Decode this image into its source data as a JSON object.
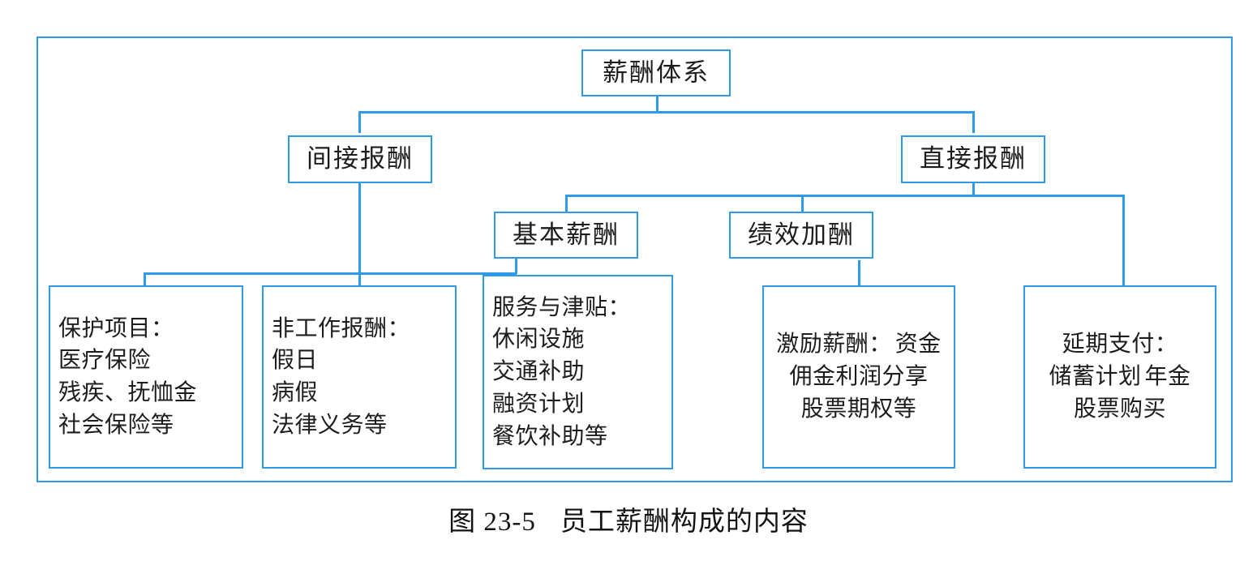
{
  "figure": {
    "caption_prefix": "图 23-5",
    "caption_title": "员工薪酬构成的内容",
    "border_color": "#2f9ae8",
    "text_color": "#1d1d1d",
    "background": "#ffffff"
  },
  "diagram": {
    "type": "tree",
    "root": {
      "label": "薪酬体系"
    },
    "level2": [
      {
        "label": "间接报酬"
      },
      {
        "label": "直接报酬"
      }
    ],
    "level3": [
      {
        "label": "基本薪酬"
      },
      {
        "label": "绩效加酬"
      }
    ],
    "leaves": [
      {
        "title": "保护项目：",
        "items": [
          "医疗保险",
          "残疾、抚恤金",
          "社会保险等"
        ],
        "parent": "间接报酬"
      },
      {
        "title": "非工作报酬：",
        "items": [
          "假日",
          "病假",
          "法律义务等"
        ],
        "parent": "间接报酬"
      },
      {
        "title": "服务与津贴：",
        "items": [
          "休闲设施",
          "交通补助",
          "融资计划",
          "餐饮补助等"
        ],
        "parent": "间接报酬"
      },
      {
        "title": "激励薪酬：",
        "items": [
          "资金",
          "佣金利润分享",
          "股票期权等"
        ],
        "parent": "绩效加酬"
      },
      {
        "title": "延期支付：",
        "items": [
          "储蓄计划",
          "年金",
          "股票购买"
        ],
        "parent": "直接报酬"
      }
    ]
  }
}
